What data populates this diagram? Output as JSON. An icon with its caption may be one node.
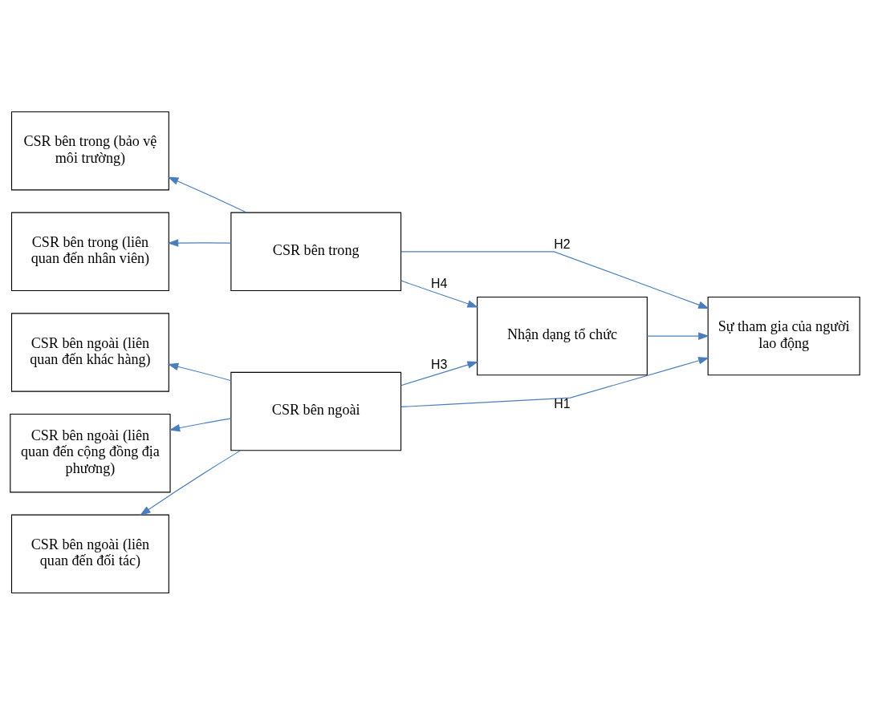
{
  "diagram": {
    "nodes": [
      {
        "text": [
          "CSR bên ngoài (liên quan đến khác hàng)"
        ]
      },
      {
        "text": [
          "CSR bên ngoài (liên quan đến cộng đồng địa phương)"
        ]
      },
      {
        "text": [
          "CSR bên ngoài (liên quan đến đối tác)"
        ]
      },
      {
        "text": [
          "CSR bên ngoài"
        ]
      },
      {
        "text": [
          "Nhận dạng tổ chức"
        ]
      },
      {
        "text": [
          "Sự tham gia của người lao động"
        ]
      },
      {
        "text": [
          "CSR bên trong (liên quan đến nhân viên)"
        ]
      },
      {
        "text": [
          "CSR bên trong (bảo vệ môi trường)"
        ]
      },
      {
        "text": [
          "CSR bên trong"
        ]
      }
    ],
    "edges": [
      {
        "from": 3,
        "to": 0,
        "arrow": "to"
      },
      {
        "from": 3,
        "to": 1,
        "arrow": "to"
      },
      {
        "from": 3,
        "to": 2,
        "arrow": "to"
      },
      {
        "from": 3,
        "to": 5,
        "arrow": "to",
        "label": "H1"
      },
      {
        "from": 3,
        "to": 4,
        "arrow": "to",
        "label": "H3"
      },
      {
        "from": 4,
        "to": 5,
        "arrow": "to"
      },
      {
        "from": 8,
        "to": 5,
        "arrow": "to",
        "label": "H2"
      },
      {
        "from": 8,
        "to": 4,
        "arrow": "to",
        "label": "H4"
      },
      {
        "from": 8,
        "to": 6,
        "arrow": "to"
      },
      {
        "from": 8,
        "to": 7,
        "arrow": "to"
      }
    ]
  }
}
